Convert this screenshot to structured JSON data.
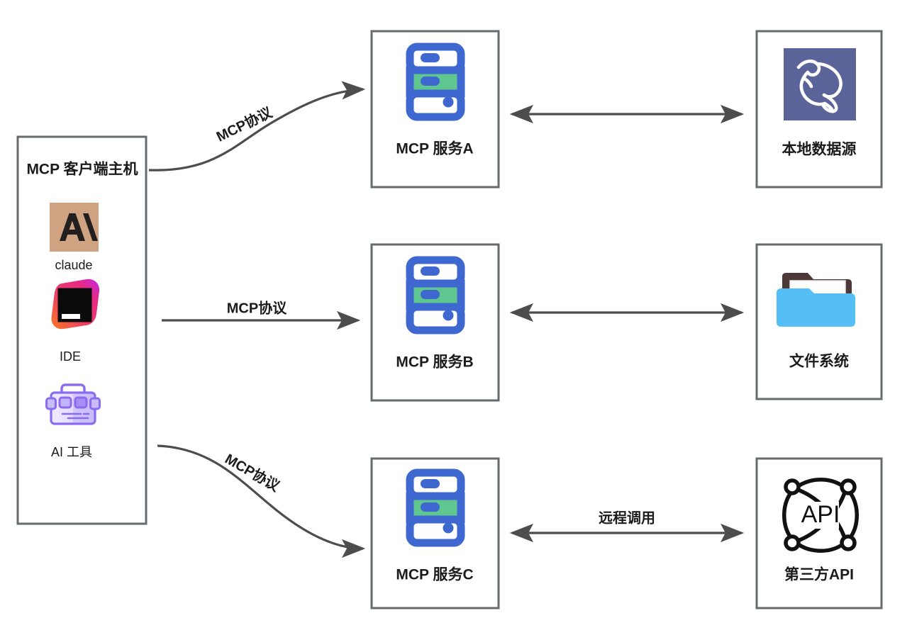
{
  "diagram": {
    "title_implied": "MCP architecture overview",
    "client": {
      "label": "MCP 客户端主机",
      "apps": [
        {
          "name": "claude",
          "caption": "claude",
          "icon": "claude-logo-icon",
          "color": "#CFA382"
        },
        {
          "name": "ide",
          "caption": "IDE",
          "icon": "jetbrains-ide-icon",
          "color": "#E0308E"
        },
        {
          "name": "ai-tools",
          "caption": "AI 工具",
          "icon": "toolbox-icon",
          "color": "#8B6CF0"
        }
      ]
    },
    "servers": [
      {
        "id": "a",
        "label": "MCP 服务A",
        "icon": "server-rack-icon"
      },
      {
        "id": "b",
        "label": "MCP 服务B",
        "icon": "server-rack-icon"
      },
      {
        "id": "c",
        "label": "MCP 服务C",
        "icon": "server-rack-icon"
      }
    ],
    "resources": [
      {
        "id": "local-data",
        "label": "本地数据源",
        "icon": "mysql-dolphin-icon",
        "color": "#5B6499"
      },
      {
        "id": "filesystem",
        "label": "文件系统",
        "icon": "folder-icon",
        "color": "#54BEF5"
      },
      {
        "id": "third-party-api",
        "label": "第三方API",
        "icon": "api-network-icon",
        "glyph": "API",
        "color": "#111111"
      }
    ],
    "edges": {
      "client_to_servers": [
        {
          "label": "MCP协议",
          "from": "client",
          "to": "MCP 服务A",
          "style": "curved-up"
        },
        {
          "label": "MCP协议",
          "from": "client",
          "to": "MCP 服务B",
          "style": "straight"
        },
        {
          "label": "MCP协议",
          "from": "client",
          "to": "MCP 服务C",
          "style": "curved-down"
        }
      ],
      "servers_to_resources": [
        {
          "label": "",
          "from": "MCP 服务A",
          "to": "本地数据源",
          "style": "bidirectional"
        },
        {
          "label": "",
          "from": "MCP 服务B",
          "to": "文件系统",
          "style": "bidirectional"
        },
        {
          "label": "远程调用",
          "from": "MCP 服务C",
          "to": "第三方API",
          "style": "bidirectional"
        }
      ]
    },
    "colors": {
      "box_border": "#666b6e",
      "connector": "#4d4d4d",
      "server_blue": "#3E68D0",
      "server_green": "#5FC68F",
      "text": "#1b1b1b",
      "background": "#ffffff"
    }
  }
}
